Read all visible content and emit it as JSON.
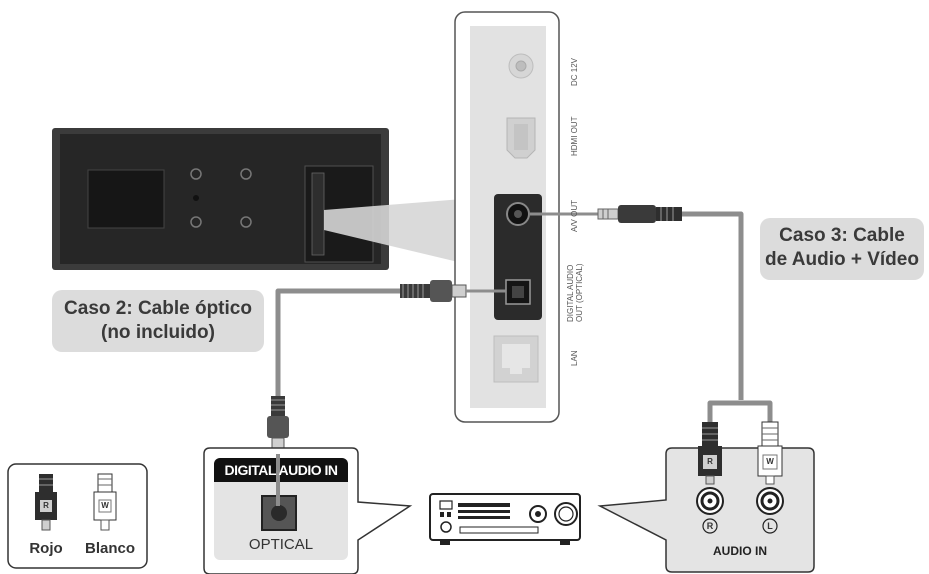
{
  "callouts": {
    "case2_line1": "Caso 2: Cable óptico",
    "case2_line2": "(no incluido)",
    "case3_line1": "Caso 3: Cable",
    "case3_line2": "de Audio + Vídeo"
  },
  "ports": {
    "dc": "DC 12V",
    "hdmi": "HDMI OUT",
    "av_out": "A/V OUT",
    "digital_line1": "DIGITAL AUDIO",
    "digital_line2": "OUT (OPTICAL)",
    "lan": "LAN"
  },
  "receiver_input": {
    "header": "DIGITAL AUDIO IN",
    "label": "OPTICAL"
  },
  "audio_in": {
    "label": "AUDIO IN",
    "plug_r": "R",
    "plug_w": "W",
    "jack_r": "R",
    "jack_l": "L"
  },
  "legend": {
    "plug_r": "R",
    "plug_w": "W",
    "red": "Rojo",
    "white": "Blanco"
  }
}
